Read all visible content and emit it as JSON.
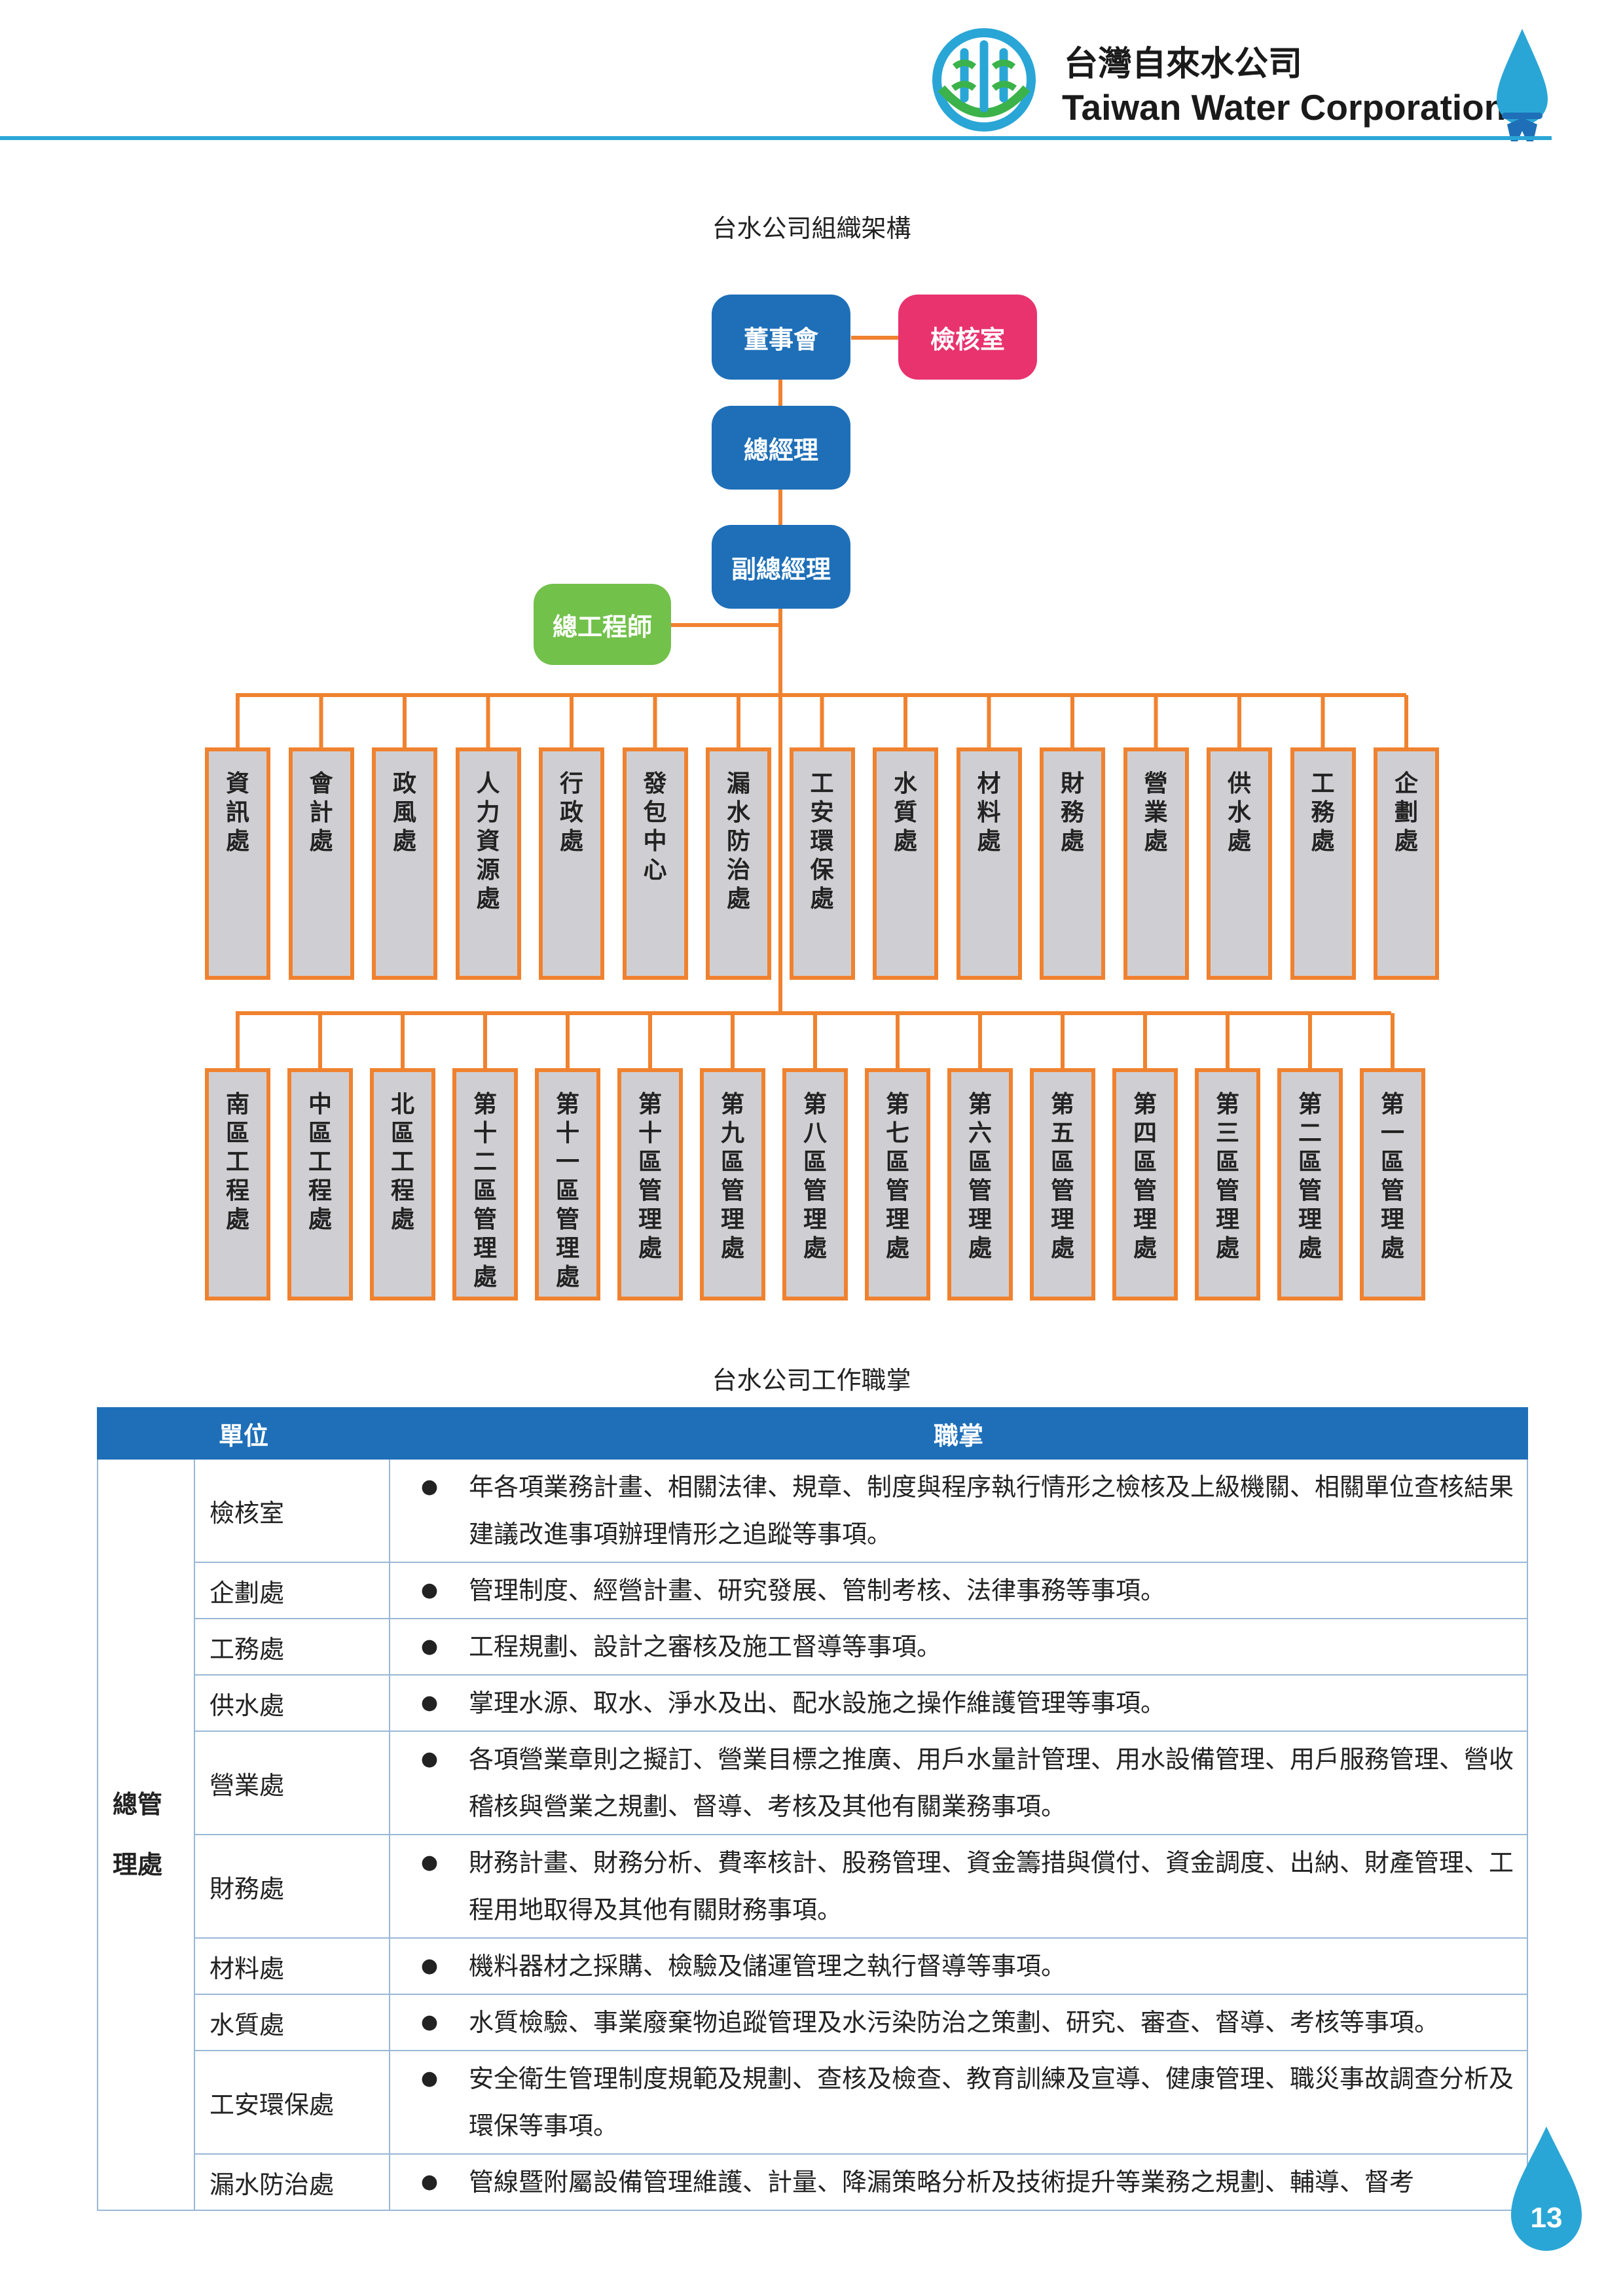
{
  "header": {
    "company_zh": "台灣自來水公司",
    "company_en": "Taiwan Water Corporation",
    "accent_color": "#2aa6d6"
  },
  "org_chart": {
    "title": "台水公司組織架構",
    "board": "董事會",
    "audit_office": "檢核室",
    "general_manager": "總經理",
    "deputy_gm": "副總經理",
    "chief_engineer": "總工程師",
    "colors": {
      "blue": "#1e6fb8",
      "pink": "#e8336f",
      "green": "#72c14b",
      "orange": "#f0822f",
      "gray": "#cfcfd3"
    },
    "upper_departments": [
      "資訊處",
      "會計處",
      "政風處",
      "人力資源處",
      "行政處",
      "發包中心",
      "漏水防治處",
      "工安環保處",
      "水質處",
      "材料處",
      "財務處",
      "營業處",
      "供水處",
      "工務處",
      "企劃處"
    ],
    "lower_departments": [
      "南區工程處",
      "中區工程處",
      "北區工程處",
      "第十二區管理處",
      "第十一區管理處",
      "第十區管理處",
      "第九區管理處",
      "第八區管理處",
      "第七區管理處",
      "第六區管理處",
      "第五區管理處",
      "第四區管理處",
      "第三區管理處",
      "第二區管理處",
      "第一區管理處"
    ]
  },
  "duties": {
    "title": "台水公司工作職掌",
    "header_unit": "單位",
    "header_duty": "職掌",
    "category": "總管理處",
    "bullet": "●",
    "rows": [
      {
        "unit": "檢核室",
        "duty": "年各項業務計畫、相關法律、規章、制度與程序執行情形之檢核及上級機關、相關單位查核結果建議改進事項辦理情形之追蹤等事項。"
      },
      {
        "unit": "企劃處",
        "duty": "管理制度、經營計畫、研究發展、管制考核、法律事務等事項。"
      },
      {
        "unit": "工務處",
        "duty": "工程規劃、設計之審核及施工督導等事項。"
      },
      {
        "unit": "供水處",
        "duty": "掌理水源、取水、淨水及出、配水設施之操作維護管理等事項。"
      },
      {
        "unit": "營業處",
        "duty": "各項營業章則之擬訂、營業目標之推廣、用戶水量計管理、用水設備管理、用戶服務管理、營收稽核與營業之規劃、督導、考核及其他有關業務事項。"
      },
      {
        "unit": "財務處",
        "duty": "財務計畫、財務分析、費率核計、股務管理、資金籌措與償付、資金調度、出納、財產管理、工程用地取得及其他有關財務事項。"
      },
      {
        "unit": "材料處",
        "duty": "機料器材之採購、檢驗及儲運管理之執行督導等事項。"
      },
      {
        "unit": "水質處",
        "duty": "水質檢驗、事業廢棄物追蹤管理及水污染防治之策劃、研究、審查、督導、考核等事項。"
      },
      {
        "unit": "工安環保處",
        "duty": "安全衛生管理制度規範及規劃、查核及檢查、教育訓練及宣導、健康管理、職災事故調查分析及環保等事項。"
      },
      {
        "unit": "漏水防治處",
        "duty": "管線暨附屬設備管理維護、計量、降漏策略分析及技術提升等業務之規劃、輔導、督考"
      }
    ]
  },
  "page_number": "13"
}
